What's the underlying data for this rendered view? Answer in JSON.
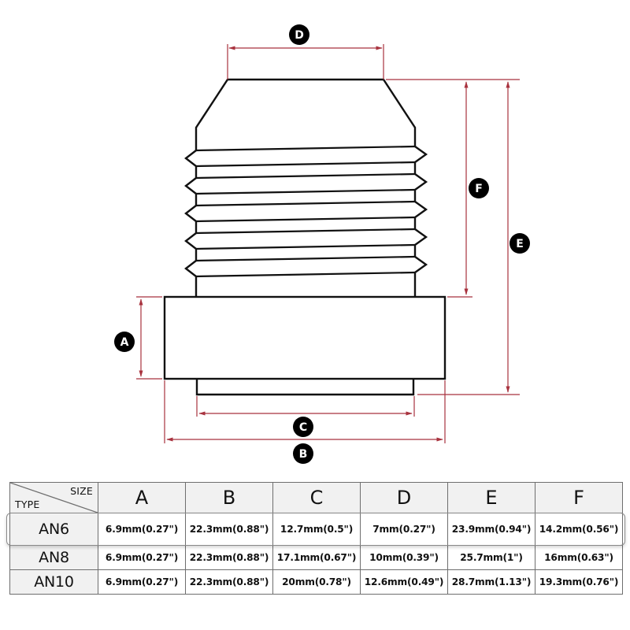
{
  "diagram": {
    "subject": "AN flare fitting plug dimension drawing",
    "colors": {
      "outline": "#111111",
      "dimension_line": "#a8323e",
      "badge_fill": "#000000",
      "badge_text": "#ffffff",
      "table_border": "#6e6e6e",
      "header_fill": "#f1f1f1"
    },
    "labels": {
      "A": "A",
      "B": "B",
      "C": "C",
      "D": "D",
      "E": "E",
      "F": "F"
    },
    "dimension_meanings": {
      "A": "Hex/base height",
      "B": "Hex/base width",
      "C": "Bottom pilot width",
      "D": "Top flare face width",
      "E": "Overall height",
      "F": "Threaded section height"
    }
  },
  "table": {
    "corner": {
      "size_label": "SIZE",
      "type_label": "TYPE"
    },
    "columns": [
      "A",
      "B",
      "C",
      "D",
      "E",
      "F"
    ],
    "rows": [
      {
        "type": "AN6",
        "values": [
          "6.9mm(0.27\")",
          "22.3mm(0.88\")",
          "12.7mm(0.5\")",
          "7mm(0.27\")",
          "23.9mm(0.94\")",
          "14.2mm(0.56\")"
        ],
        "highlighted": true
      },
      {
        "type": "AN8",
        "values": [
          "6.9mm(0.27\")",
          "22.3mm(0.88\")",
          "17.1mm(0.67\")",
          "10mm(0.39\")",
          "25.7mm(1\")",
          "16mm(0.63\")"
        ],
        "highlighted": false
      },
      {
        "type": "AN10",
        "values": [
          "6.9mm(0.27\")",
          "22.3mm(0.88\")",
          "20mm(0.78\")",
          "12.6mm(0.49\")",
          "28.7mm(1.13\")",
          "19.3mm(0.76\")"
        ],
        "highlighted": false
      }
    ]
  }
}
